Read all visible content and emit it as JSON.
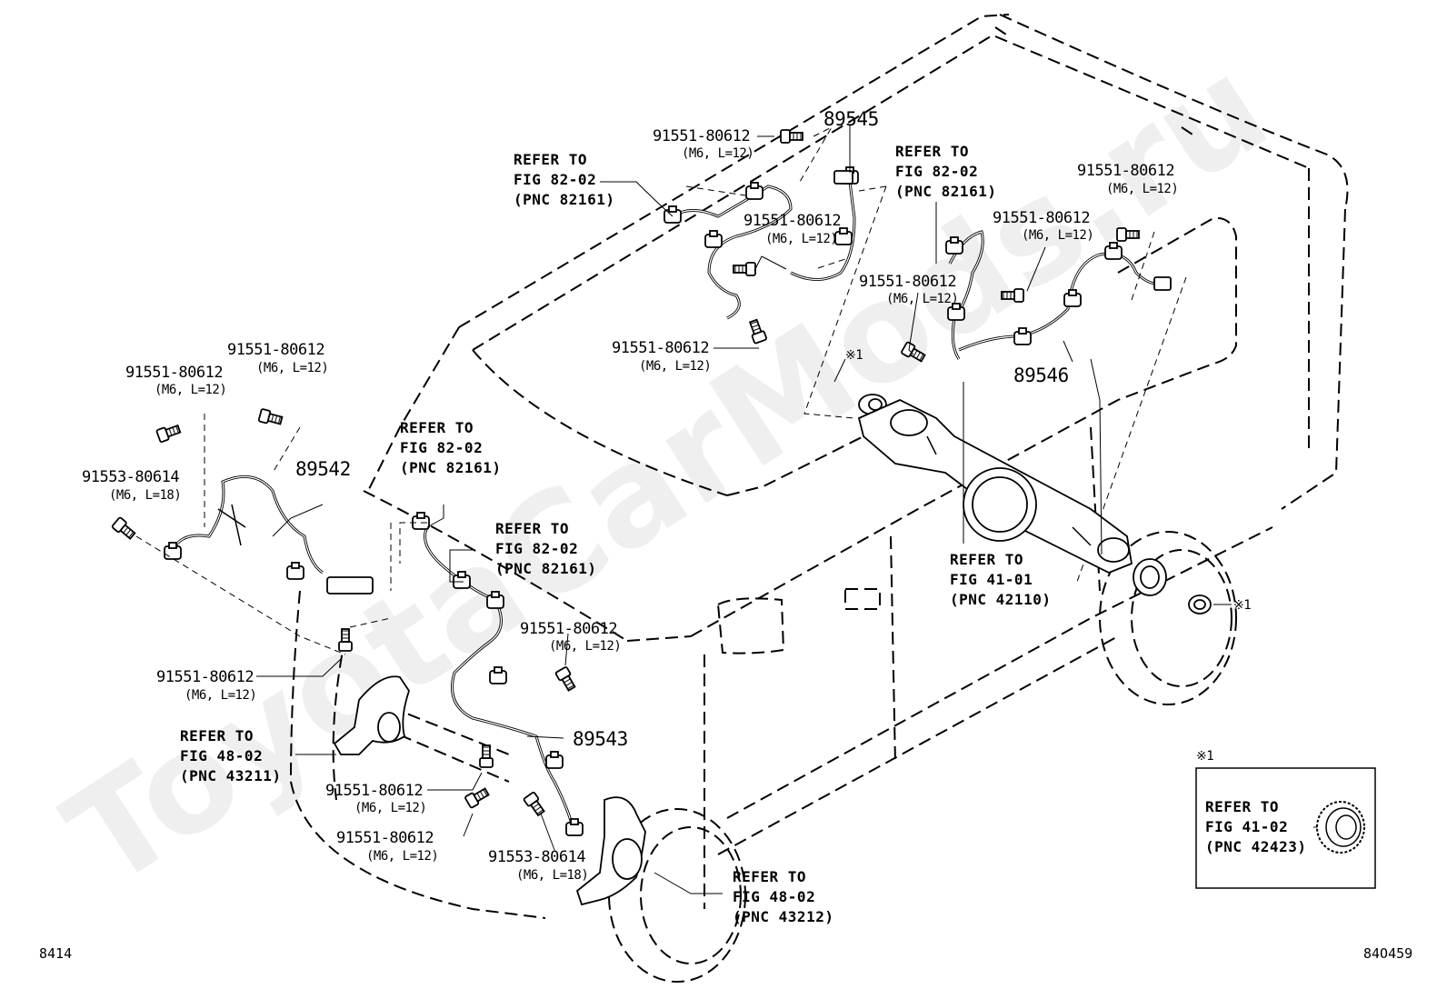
{
  "watermark": "ToyotaCarMods.ru",
  "bolt": {
    "pn_80612": "91551-80612",
    "spec_80612": "(M6, L=12)",
    "pn_80614": "91553-80614",
    "spec_80614": "(M6, L=18)"
  },
  "assemblies": {
    "front_left": "89542",
    "front_right": "89543",
    "rear_left": "89545",
    "rear_right": "89546"
  },
  "refs": {
    "refer_to": "REFER TO",
    "fig_82_02": "FIG 82-02",
    "pnc_82161": "(PNC 82161)",
    "fig_48_02": "FIG 48-02",
    "pnc_43211": "(PNC 43211)",
    "pnc_43212": "(PNC 43212)",
    "fig_41_01": "FIG 41-01",
    "pnc_42110": "(PNC 42110)",
    "fig_41_02": "FIG 41-02",
    "pnc_42423": "(PNC 42423)"
  },
  "note_mark": "※1",
  "footer": {
    "left_code": "8414",
    "right_code": "84O459"
  },
  "icons": {
    "bolt": "bolt-icon",
    "sensor": "abs-sensor-icon",
    "rotor": "sensor-rotor-icon",
    "knuckle": "steering-knuckle-icon",
    "axle": "rear-axle-icon"
  }
}
